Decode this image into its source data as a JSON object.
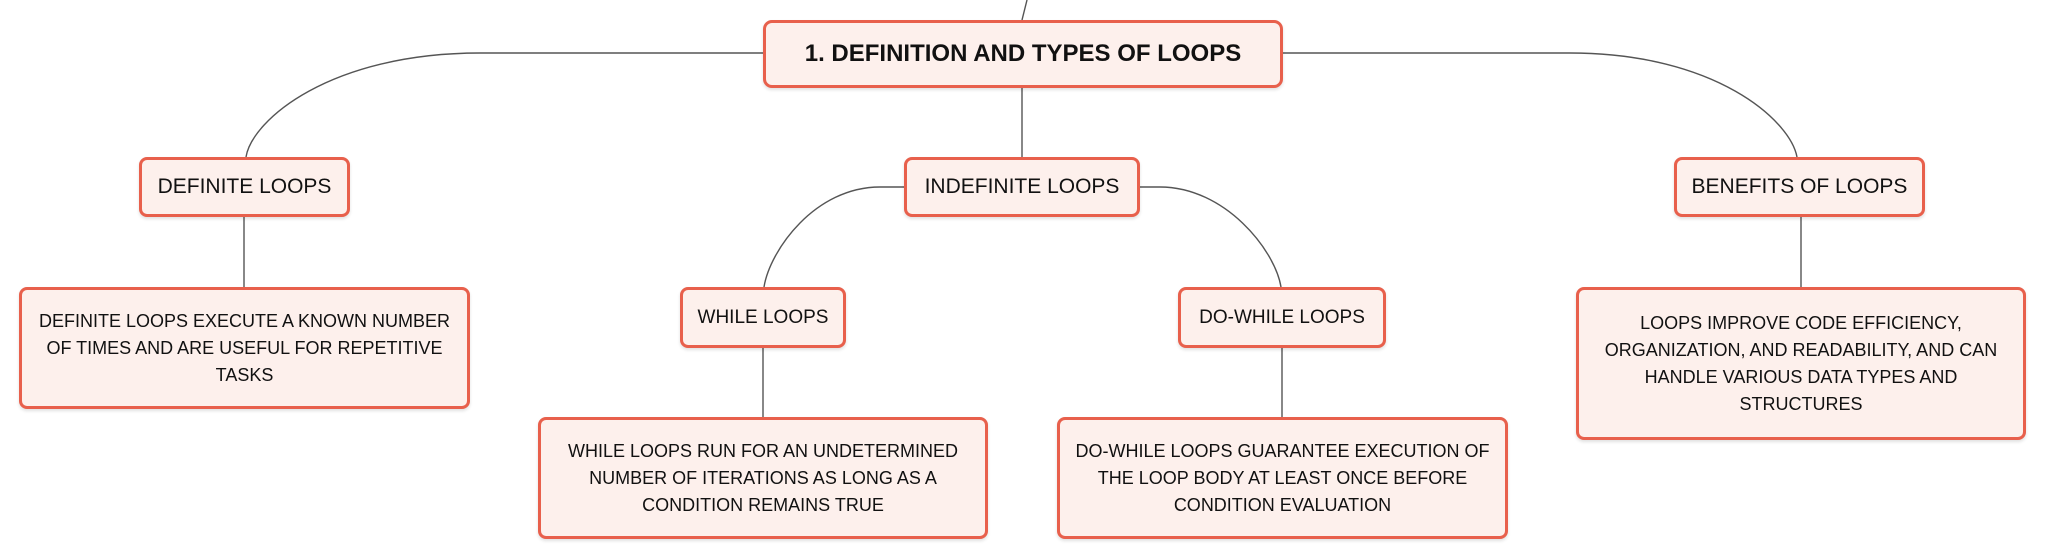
{
  "root": {
    "label": "1. DEFINITION AND TYPES OF LOOPS"
  },
  "branches": {
    "definite": {
      "label": "DEFINITE LOOPS",
      "description": "DEFINITE LOOPS EXECUTE A KNOWN NUMBER OF TIMES AND ARE USEFUL FOR REPETITIVE TASKS"
    },
    "indefinite": {
      "label": "INDEFINITE LOOPS",
      "while": {
        "label": "WHILE LOOPS",
        "description": "WHILE LOOPS RUN FOR AN UNDETERMINED NUMBER OF ITERATIONS AS LONG AS A CONDITION REMAINS TRUE"
      },
      "do_while": {
        "label": "DO-WHILE LOOPS",
        "description": "DO-WHILE LOOPS GUARANTEE EXECUTION OF THE LOOP BODY AT LEAST ONCE BEFORE CONDITION EVALUATION"
      }
    },
    "benefits": {
      "label": "BENEFITS OF LOOPS",
      "description": "LOOPS IMPROVE CODE EFFICIENCY, ORGANIZATION, AND READABILITY, AND CAN HANDLE VARIOUS DATA TYPES AND STRUCTURES"
    }
  },
  "colors": {
    "node_fill": "#fdf0ec",
    "node_border": "#e8604c",
    "connector": "#555555",
    "text": "#111111"
  }
}
